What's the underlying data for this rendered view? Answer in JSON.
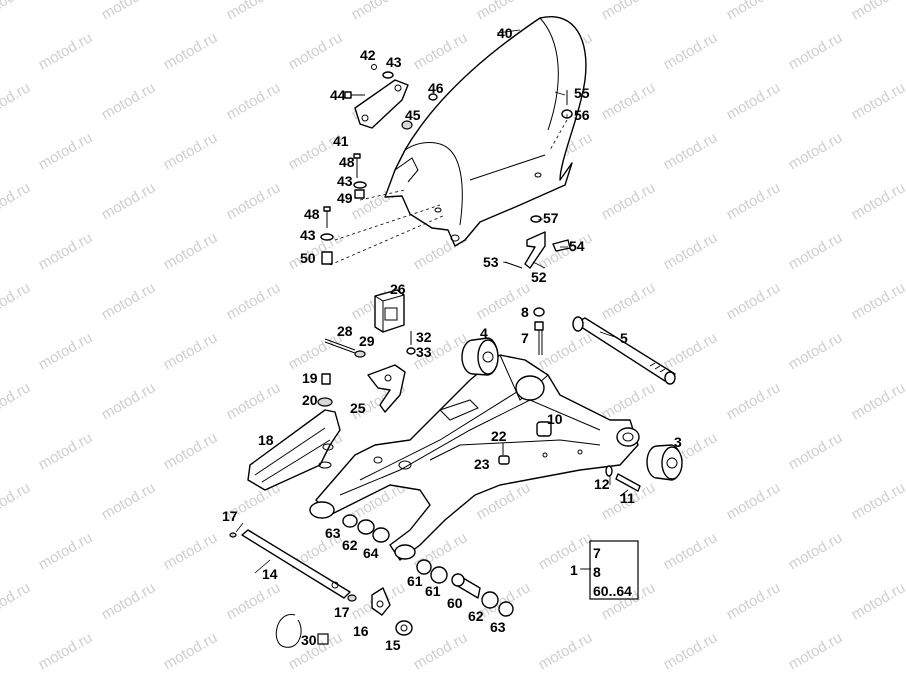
{
  "watermark": "motod.ru",
  "labels": {
    "p1": "1",
    "p3": "3",
    "p4": "4",
    "p5": "5",
    "p7": "7",
    "p8": "8",
    "p10": "10",
    "p11": "11",
    "p12": "12",
    "p14": "14",
    "p15": "15",
    "p16": "16",
    "p17a": "17",
    "p17b": "17",
    "p18": "18",
    "p19": "19",
    "p20": "20",
    "p22": "22",
    "p23": "23",
    "p25": "25",
    "p26": "26",
    "p28": "28",
    "p29": "29",
    "p30": "30",
    "p32": "32",
    "p33": "33",
    "p40": "40",
    "p41": "41",
    "p42": "42",
    "p43a": "43",
    "p43b": "43",
    "p43c": "43",
    "p44": "44",
    "p45": "45",
    "p46": "46",
    "p48a": "48",
    "p48b": "48",
    "p49": "49",
    "p50": "50",
    "p52": "52",
    "p53": "53",
    "p54": "54",
    "p55": "55",
    "p56": "56",
    "p57": "57",
    "p60": "60",
    "p61a": "61",
    "p61b": "61",
    "p62a": "62",
    "p62b": "62",
    "p63a": "63",
    "p63b": "63",
    "p64": "64"
  },
  "kit_box": {
    "lead_label": "1",
    "items": [
      "7",
      "8",
      "60..64"
    ]
  }
}
